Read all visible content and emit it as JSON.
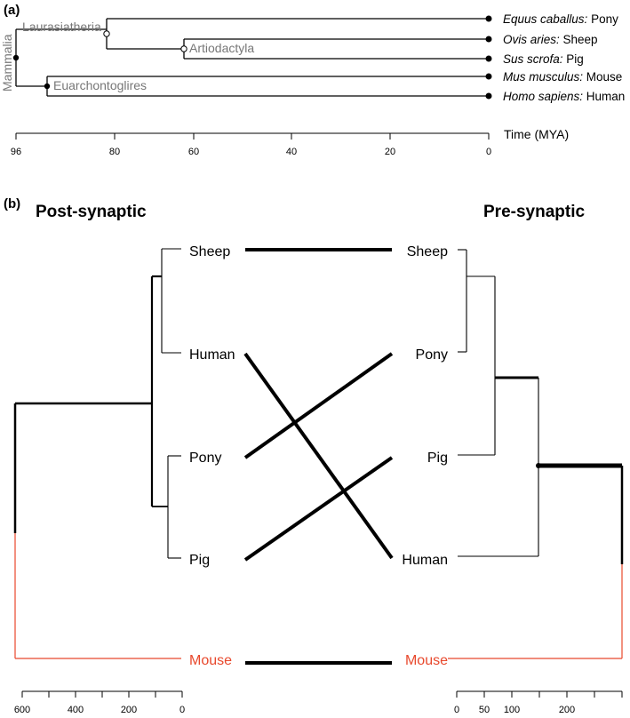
{
  "panel_a": {
    "label": "(a)",
    "root_label": "Mammalia",
    "clade_labels": [
      "Laurasiatheria",
      "Artiodactyla",
      "Euarchontoglires"
    ],
    "tips": [
      {
        "species": "Equus caballus:",
        "common": " Pony"
      },
      {
        "species": "Ovis aries:",
        "common": " Sheep"
      },
      {
        "species": "Sus scrofa:",
        "common": " Pig"
      },
      {
        "species": "Mus musculus:",
        "common": " Mouse"
      },
      {
        "species": "Homo sapiens:",
        "common": " Human"
      }
    ],
    "axis": {
      "title": "Time (MYA)",
      "ticks": [
        "96",
        "80",
        "60",
        "40",
        "20",
        "0"
      ]
    }
  },
  "panel_b": {
    "label": "(b)",
    "left_title": "Post-synaptic",
    "right_title": "Pre-synaptic",
    "left_tips": [
      "Sheep",
      "Human",
      "Pony",
      "Pig",
      "Mouse"
    ],
    "right_tips": [
      "Sheep",
      "Pony",
      "Pig",
      "Human",
      "Mouse"
    ],
    "left_axis_ticks": [
      "600",
      "400",
      "200",
      "0"
    ],
    "right_axis_ticks": [
      "0",
      "50",
      "100",
      "200"
    ],
    "highlight_color": "#e8482c"
  }
}
